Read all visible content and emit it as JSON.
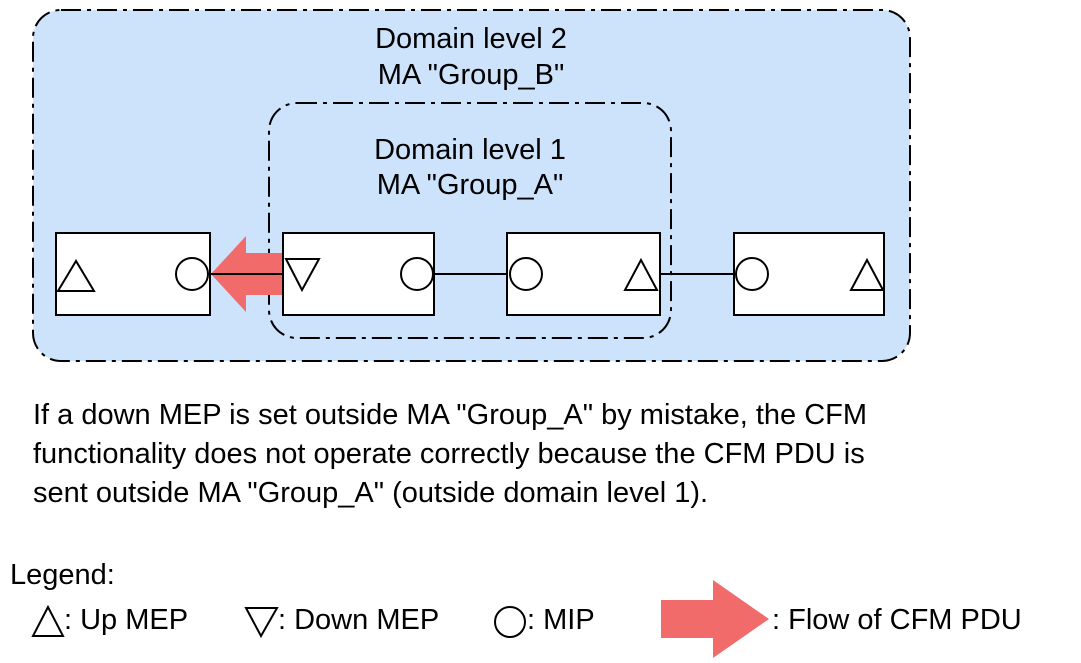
{
  "domain2": {
    "label_line1": "Domain level 2",
    "label_line2": "MA \"Group_B\""
  },
  "domain1": {
    "label_line1": "Domain level 1",
    "label_line2": "MA \"Group_A\""
  },
  "description": {
    "line1": "If a down MEP is set outside MA \"Group_A\" by mistake, the CFM",
    "line2": "functionality does not operate correctly because the CFM PDU is",
    "line3": "sent outside MA \"Group_A\" (outside domain level 1)."
  },
  "legend": {
    "title": "Legend:",
    "up_mep": ": Up MEP",
    "down_mep": ": Down MEP",
    "mip": ": MIP",
    "flow": ": Flow of CFM PDU"
  },
  "colors": {
    "domain_fill": "#cce3fb",
    "arrow": "#f26b6b",
    "line": "#000000"
  },
  "icons": [
    "up-mep-icon",
    "down-mep-icon",
    "mip-icon",
    "cfm-flow-arrow-icon"
  ]
}
